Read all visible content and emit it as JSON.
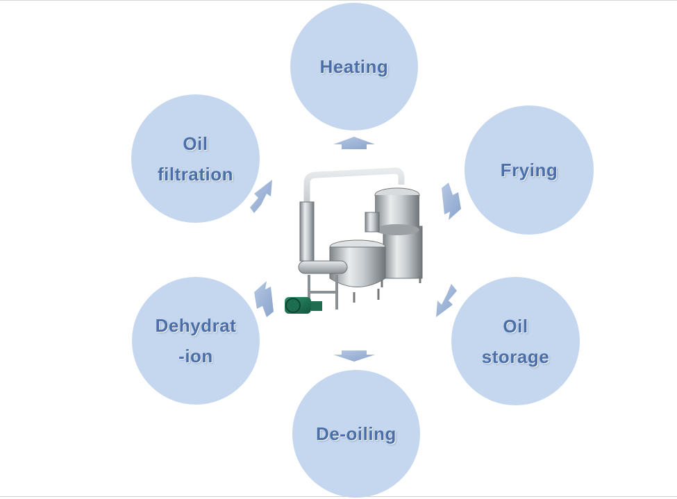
{
  "diagram": {
    "colors": {
      "node_fill": "#c5d7ee",
      "label_text": "#4a6ea8",
      "arrow_fill": "#9db3d6"
    },
    "nodes": [
      {
        "id": "heating",
        "lines": [
          "Heating"
        ]
      },
      {
        "id": "frying",
        "lines": [
          "Frying"
        ]
      },
      {
        "id": "oil-storage",
        "lines": [
          "Oil",
          "storage"
        ]
      },
      {
        "id": "de-oiling",
        "lines": [
          "De-oiling"
        ]
      },
      {
        "id": "dehydration",
        "lines": [
          "Dehydrat",
          "-ion"
        ]
      },
      {
        "id": "oil-filtration",
        "lines": [
          "Oil",
          "filtration"
        ]
      }
    ],
    "center_image": "vacuum-fryer-machine"
  }
}
